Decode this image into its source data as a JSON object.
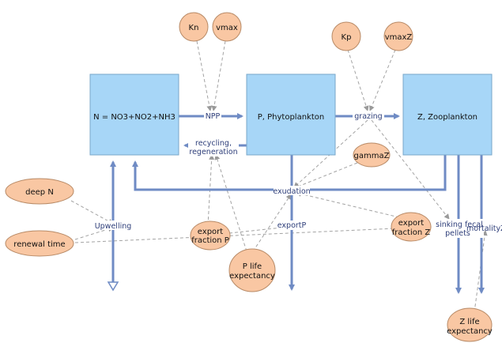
{
  "stocks": {
    "n": "N = NO3+NO2+NH3",
    "p": "P, Phytoplankton",
    "z": "Z, Zooplankton"
  },
  "flows": {
    "npp": "NPP",
    "grazing": "grazing",
    "recycling_1": "recycling,",
    "recycling_2": "regeneration",
    "exudation": "exudation",
    "upwelling": "Upwelling",
    "export_p": "exportP",
    "sinking_1": "sinking fecal",
    "sinking_2": "pellets",
    "mortality": "mortalityZ"
  },
  "variables": {
    "kn": "Kn",
    "vmax": "vmax",
    "kp": "Kp",
    "vmaxz": "vmaxZ",
    "gammaz": "gammaZ",
    "deep_n": "deep N",
    "renewal_time": "renewal time",
    "export_fraction_p_1": "export",
    "export_fraction_p_2": "fraction P",
    "p_life_1": "P life",
    "p_life_2": "expectancy",
    "export_fraction_z_1": "export",
    "export_fraction_z_2": "fraction Z",
    "z_life_1": "Z life",
    "z_life_2": "expectancy"
  },
  "colors": {
    "stock_fill": "#a7d6f7",
    "variable_fill": "#f9c7a3",
    "flow": "#6f8bc4",
    "link": "#a3a3a3",
    "flow_label": "#2f3f7a"
  }
}
